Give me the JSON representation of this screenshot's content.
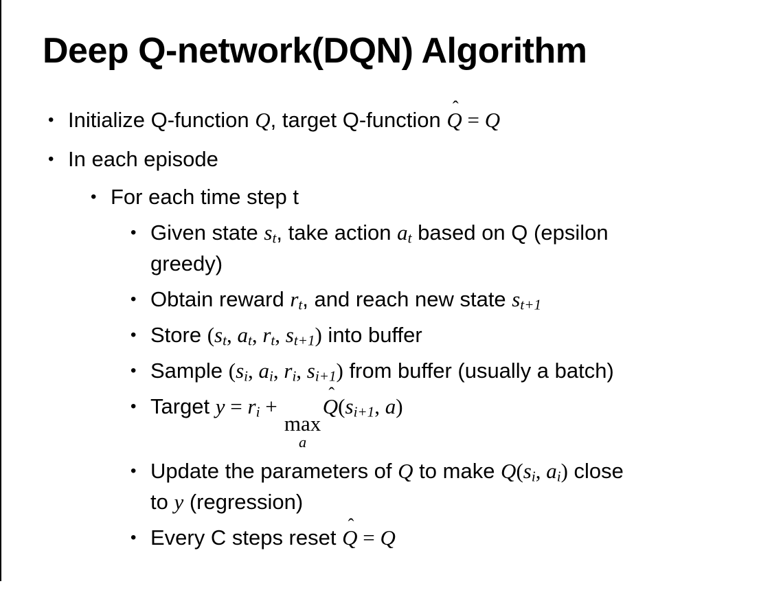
{
  "slide": {
    "title": "Deep Q-network(DQN) Algorithm",
    "marker": "•",
    "hat_mark": "ˆ",
    "colors": {
      "background": "#ffffff",
      "text": "#000000",
      "edge_line": "#000000"
    },
    "bullets": [
      {
        "level": 1,
        "cont": false,
        "runs": [
          {
            "k": "t",
            "v": "Initialize Q-function "
          },
          {
            "k": "m",
            "v": "Q"
          },
          {
            "k": "t",
            "v": ", target Q-function "
          },
          {
            "k": "h",
            "v": "Q"
          },
          {
            "k": "o",
            "v": " = "
          },
          {
            "k": "m",
            "v": "Q"
          }
        ]
      },
      {
        "level": 1,
        "cont": false,
        "runs": [
          {
            "k": "t",
            "v": "In each episode"
          }
        ]
      },
      {
        "level": 2,
        "cont": false,
        "runs": [
          {
            "k": "t",
            "v": "For each time step t"
          }
        ]
      },
      {
        "level": 3,
        "cont": false,
        "runs": [
          {
            "k": "t",
            "v": "Given state "
          },
          {
            "k": "m",
            "v": "s"
          },
          {
            "k": "s",
            "v": "t"
          },
          {
            "k": "t",
            "v": ", take action "
          },
          {
            "k": "m",
            "v": "a"
          },
          {
            "k": "s",
            "v": "t"
          },
          {
            "k": "t",
            "v": " based on Q (epsilon"
          }
        ]
      },
      {
        "level": 3,
        "cont": true,
        "runs": [
          {
            "k": "t",
            "v": "greedy)"
          }
        ]
      },
      {
        "level": 3,
        "cont": false,
        "runs": [
          {
            "k": "t",
            "v": "Obtain reward "
          },
          {
            "k": "m",
            "v": "r"
          },
          {
            "k": "s",
            "v": "t"
          },
          {
            "k": "t",
            "v": ", and reach new state "
          },
          {
            "k": "m",
            "v": "s"
          },
          {
            "k": "s",
            "v": "t+1"
          }
        ]
      },
      {
        "level": 3,
        "cont": false,
        "runs": [
          {
            "k": "t",
            "v": "Store "
          },
          {
            "k": "o",
            "v": "("
          },
          {
            "k": "m",
            "v": "s"
          },
          {
            "k": "s",
            "v": "t"
          },
          {
            "k": "o",
            "v": ", "
          },
          {
            "k": "m",
            "v": "a"
          },
          {
            "k": "s",
            "v": "t"
          },
          {
            "k": "o",
            "v": ", "
          },
          {
            "k": "m",
            "v": "r"
          },
          {
            "k": "s",
            "v": "t"
          },
          {
            "k": "o",
            "v": ", "
          },
          {
            "k": "m",
            "v": "s"
          },
          {
            "k": "s",
            "v": "t+1"
          },
          {
            "k": "o",
            "v": ")"
          },
          {
            "k": "t",
            "v": " into buffer"
          }
        ]
      },
      {
        "level": 3,
        "cont": false,
        "runs": [
          {
            "k": "t",
            "v": "Sample "
          },
          {
            "k": "o",
            "v": "("
          },
          {
            "k": "m",
            "v": "s"
          },
          {
            "k": "s",
            "v": "i"
          },
          {
            "k": "o",
            "v": ", "
          },
          {
            "k": "m",
            "v": "a"
          },
          {
            "k": "s",
            "v": "i"
          },
          {
            "k": "o",
            "v": ", "
          },
          {
            "k": "m",
            "v": "r"
          },
          {
            "k": "s",
            "v": "i"
          },
          {
            "k": "o",
            "v": ", "
          },
          {
            "k": "m",
            "v": "s"
          },
          {
            "k": "s",
            "v": "i+1"
          },
          {
            "k": "o",
            "v": ")"
          },
          {
            "k": "t",
            "v": " from buffer (usually a batch)"
          }
        ]
      },
      {
        "level": 3,
        "cont": false,
        "runs": [
          {
            "k": "t",
            "v": "Target "
          },
          {
            "k": "m",
            "v": "y"
          },
          {
            "k": "o",
            "v": " = "
          },
          {
            "k": "m",
            "v": "r"
          },
          {
            "k": "s",
            "v": "i"
          },
          {
            "k": "o",
            "v": " + "
          },
          {
            "k": "u",
            "base": "max",
            "under": "a"
          },
          {
            "k": "h",
            "v": "Q"
          },
          {
            "k": "o",
            "v": "("
          },
          {
            "k": "m",
            "v": "s"
          },
          {
            "k": "s",
            "v": "i+1"
          },
          {
            "k": "o",
            "v": ", "
          },
          {
            "k": "m",
            "v": "a"
          },
          {
            "k": "o",
            "v": ")"
          }
        ]
      },
      {
        "level": 3,
        "cont": false,
        "runs": [
          {
            "k": "t",
            "v": "Update the parameters of "
          },
          {
            "k": "m",
            "v": "Q"
          },
          {
            "k": "t",
            "v": " to make "
          },
          {
            "k": "m",
            "v": "Q"
          },
          {
            "k": "o",
            "v": "("
          },
          {
            "k": "m",
            "v": "s"
          },
          {
            "k": "s",
            "v": "i"
          },
          {
            "k": "o",
            "v": ", "
          },
          {
            "k": "m",
            "v": "a"
          },
          {
            "k": "s",
            "v": "i"
          },
          {
            "k": "o",
            "v": ")"
          },
          {
            "k": "t",
            "v": " close"
          }
        ]
      },
      {
        "level": 3,
        "cont": true,
        "runs": [
          {
            "k": "t",
            "v": "to "
          },
          {
            "k": "m",
            "v": "y"
          },
          {
            "k": "t",
            "v": " (regression)"
          }
        ]
      },
      {
        "level": 3,
        "cont": false,
        "runs": [
          {
            "k": "t",
            "v": "Every C steps reset "
          },
          {
            "k": "h",
            "v": "Q"
          },
          {
            "k": "o",
            "v": " = "
          },
          {
            "k": "m",
            "v": "Q"
          }
        ]
      }
    ]
  }
}
